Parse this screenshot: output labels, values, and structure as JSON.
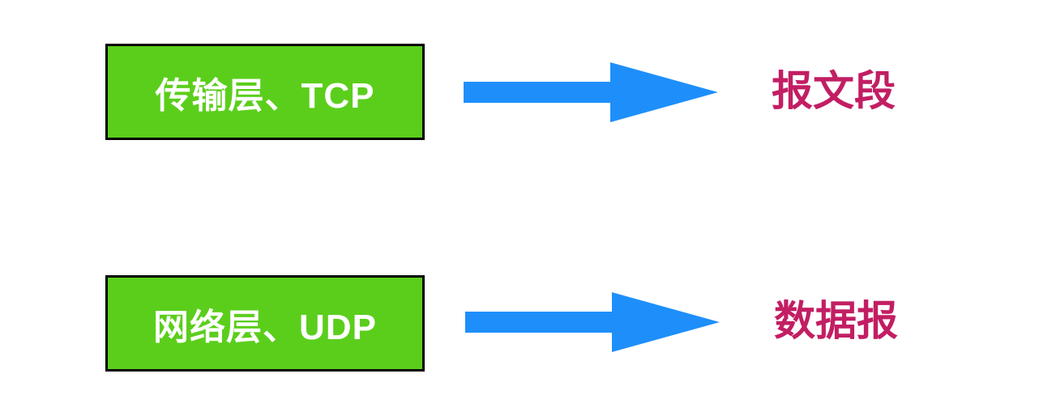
{
  "diagram": {
    "rows": [
      {
        "box_label": "传输层、TCP",
        "result_label": "报文段"
      },
      {
        "box_label": "网络层、UDP",
        "result_label": "数据报"
      }
    ]
  },
  "colors": {
    "box_fill": "#5BCE1C",
    "box_border": "#000000",
    "box_text": "#FFFFFF",
    "arrow": "#1E8FFA",
    "result_text": "#C21E63",
    "background": "#FFFFFF"
  }
}
